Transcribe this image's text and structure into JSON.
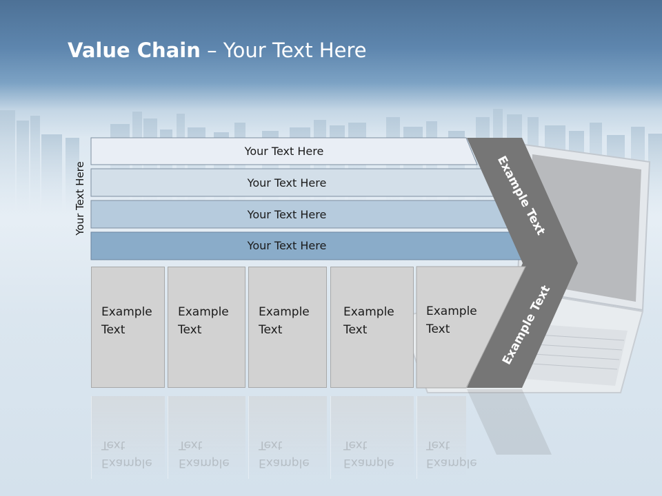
{
  "slide": {
    "title_bold": "Value Chain",
    "title_rest": " – Your Text Here",
    "side_label": "Your Text Here",
    "bands": [
      {
        "label": "Your Text Here",
        "color": "#e9eef5"
      },
      {
        "label": "Your Text Here",
        "color": "#d3dfe9"
      },
      {
        "label": "Your Text Here",
        "color": "#b6cbdd"
      },
      {
        "label": "Your Text Here",
        "color": "#8aacc9"
      }
    ],
    "columns": [
      {
        "line1": "Example",
        "line2": "Text"
      },
      {
        "line1": "Example",
        "line2": "Text"
      },
      {
        "line1": "Example",
        "line2": "Text"
      },
      {
        "line1": "Example",
        "line2": "Text"
      },
      {
        "line1": "Example",
        "line2": "Text"
      }
    ],
    "chevron_top_text": "Example Text",
    "chevron_bottom_text": "Example Text",
    "chevron_color": "#767676"
  }
}
